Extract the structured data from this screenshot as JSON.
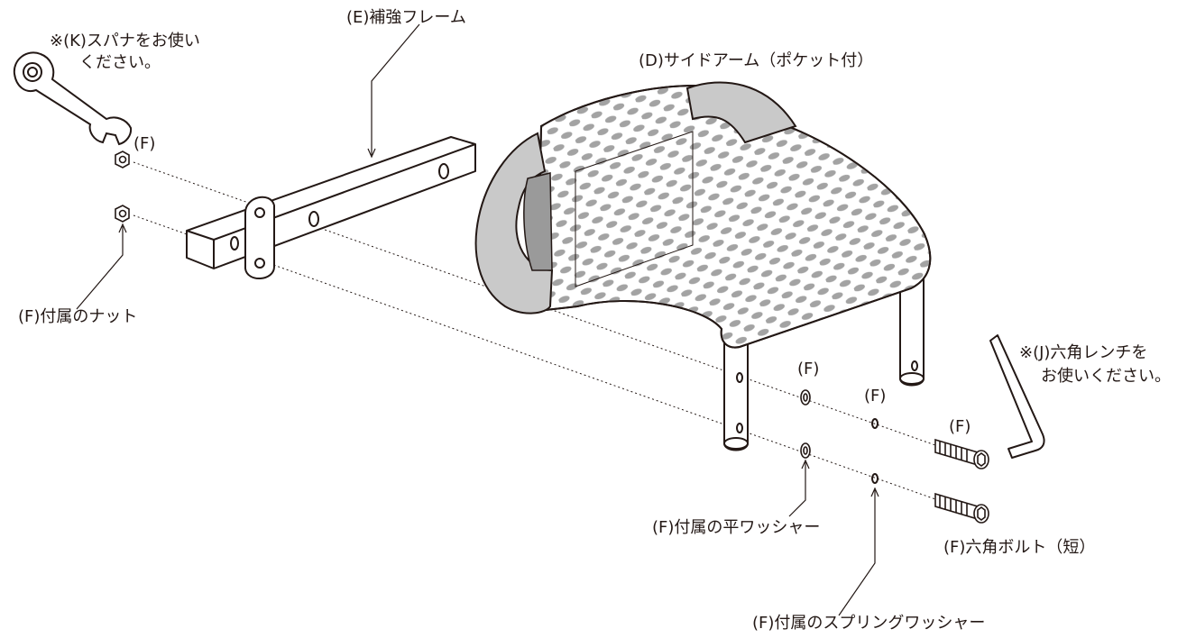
{
  "labels": {
    "spanner_note_line1": "※(K)スパナをお使い",
    "spanner_note_line2": "ください。",
    "nut_top": "(F)",
    "nut_label": "(F)付属のナット",
    "frame_label": "(E)補強フレーム",
    "side_arm_label": "(D)サイドアーム（ポケット付）",
    "flat_washer_top": "(F)",
    "flat_washer_label": "(F)付属の平ワッシャー",
    "spring_washer_top": "(F)",
    "spring_washer_label": "(F)付属のスプリングワッシャー",
    "bolt_top": "(F)",
    "bolt_label": "(F)六角ボルト（短）",
    "hex_wrench_note_line1": "※(J)六角レンチを",
    "hex_wrench_note_line2": "お使いください。"
  },
  "colors": {
    "line": "#231815",
    "arm_pad": "#c9c9c9",
    "arm_pad_dark": "#9a9a9a",
    "dot": "#a3a3a3",
    "metal": "#ffffff"
  },
  "icons": {
    "spanner": "spanner-icon",
    "hex_wrench": "hex-wrench-icon",
    "nut": "nut-icon",
    "bolt": "bolt-icon",
    "washer": "washer-icon"
  }
}
